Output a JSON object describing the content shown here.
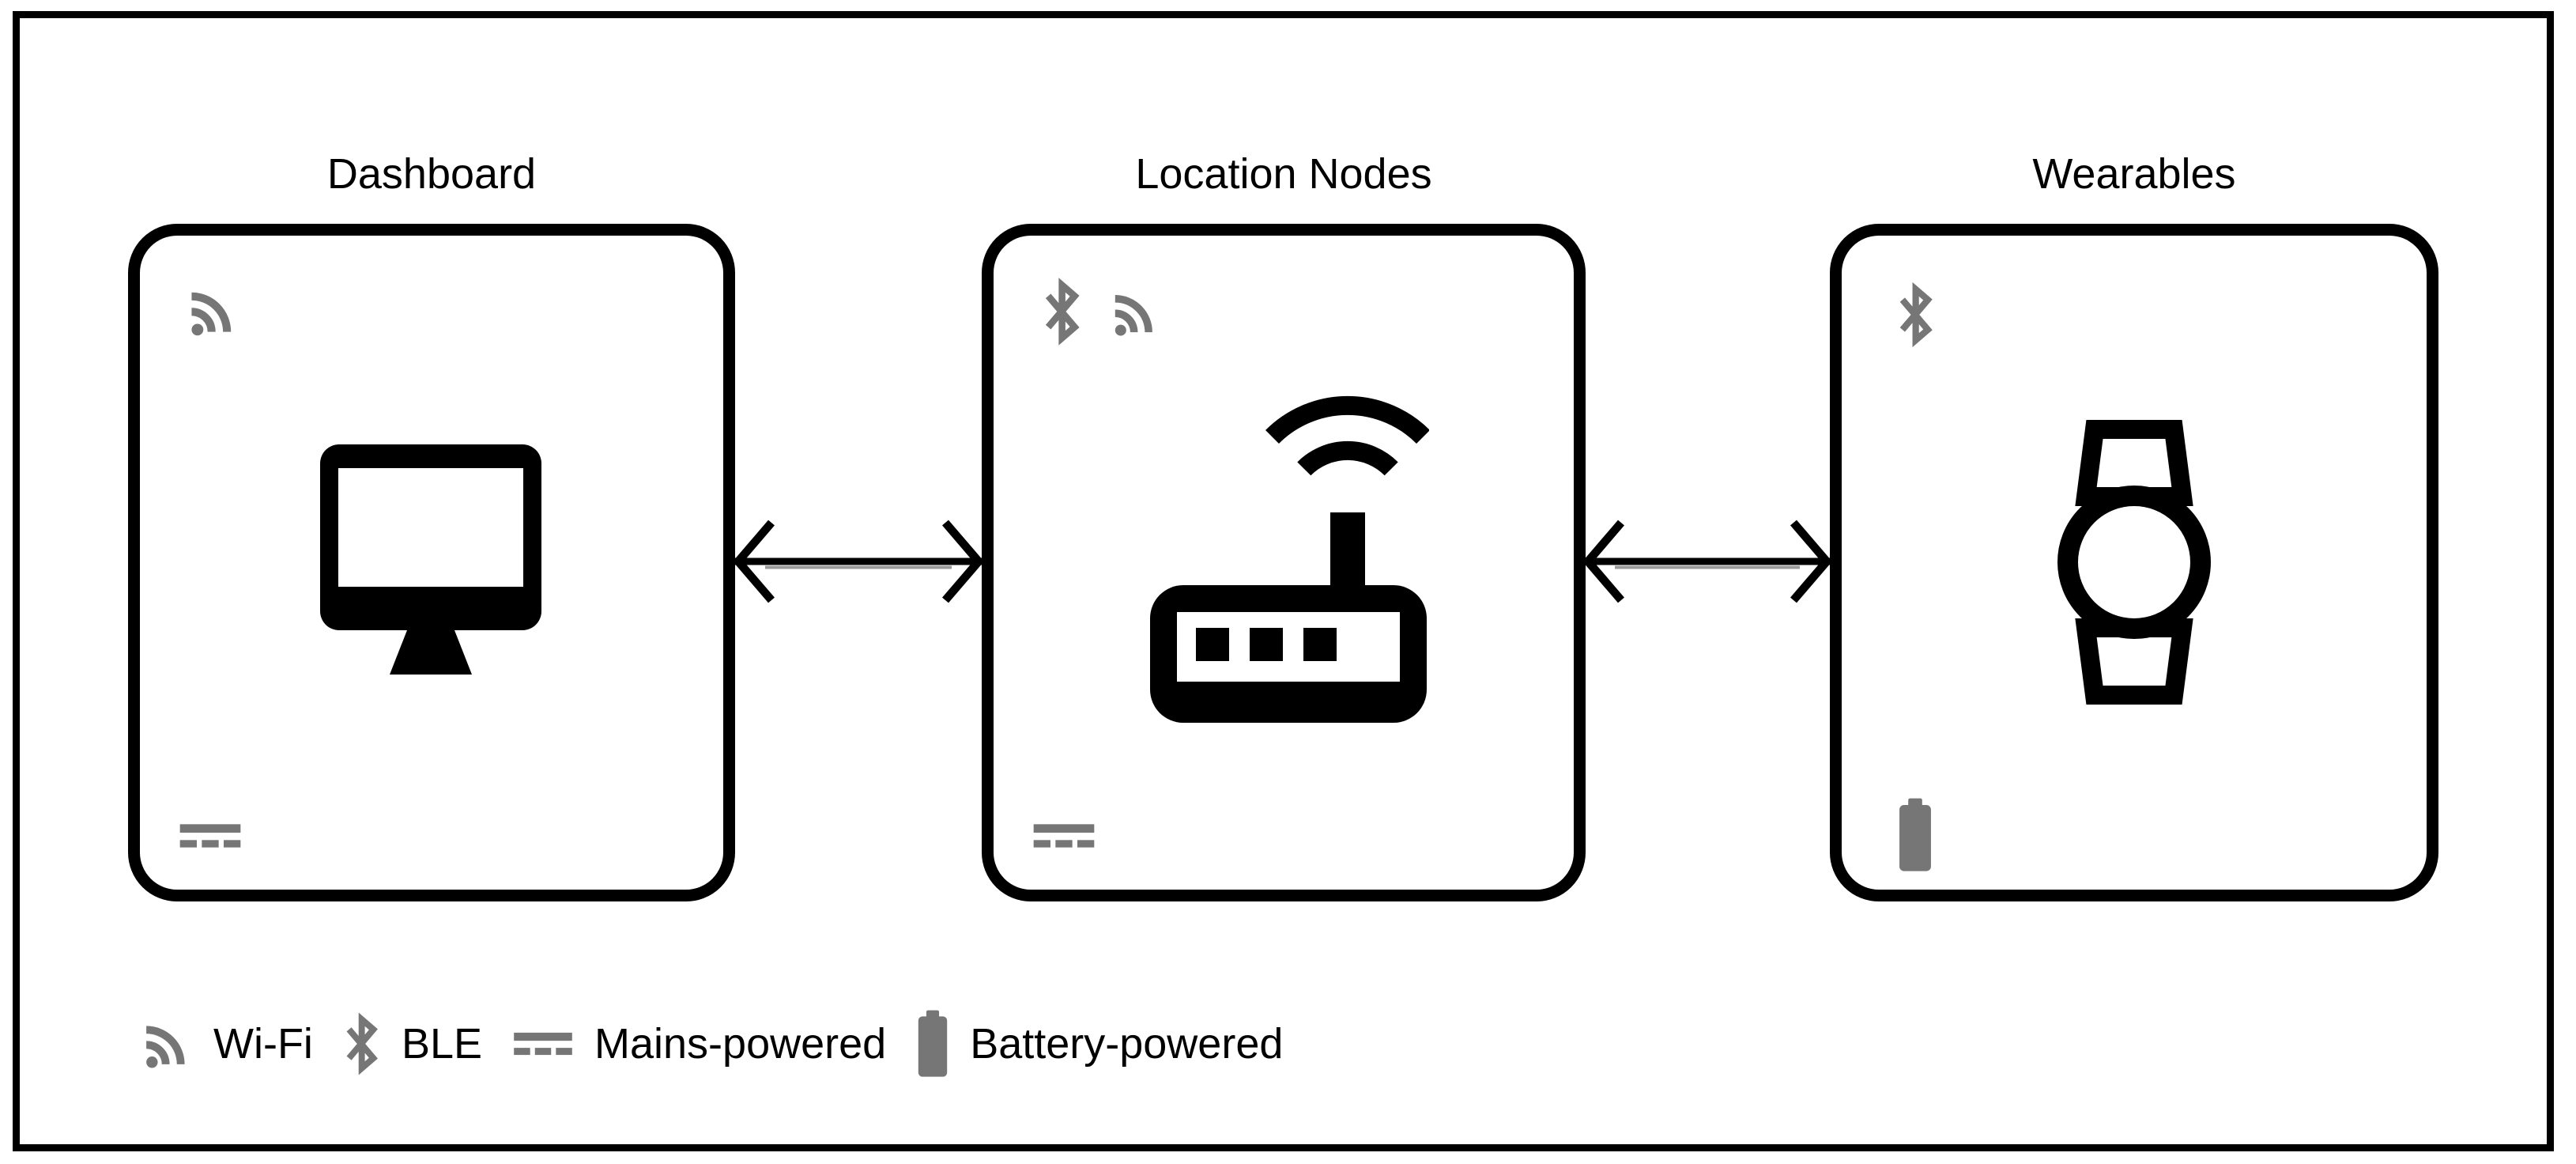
{
  "diagram": {
    "nodes": [
      {
        "label": "Dashboard",
        "device_icon": "desktop-computer-icon",
        "connectivity_icons": [
          "wifi-icon"
        ],
        "power_icon": "mains-powered-icon"
      },
      {
        "label": "Location Nodes",
        "device_icon": "wireless-router-icon",
        "connectivity_icons": [
          "bluetooth-icon",
          "wifi-icon"
        ],
        "power_icon": "mains-powered-icon"
      },
      {
        "label": "Wearables",
        "device_icon": "smartwatch-icon",
        "connectivity_icons": [
          "bluetooth-icon"
        ],
        "power_icon": "battery-icon"
      }
    ],
    "connections": [
      {
        "from": "Dashboard",
        "to": "Location Nodes",
        "style": "double-headed-arrow"
      },
      {
        "from": "Location Nodes",
        "to": "Wearables",
        "style": "double-headed-arrow"
      }
    ],
    "legend": {
      "items": [
        {
          "icon": "wifi-icon",
          "label": "Wi-Fi"
        },
        {
          "icon": "bluetooth-icon",
          "label": "BLE"
        },
        {
          "icon": "mains-powered-icon",
          "label": "Mains-powered"
        },
        {
          "icon": "battery-icon",
          "label": "Battery-powered"
        }
      ]
    },
    "colors": {
      "foreground": "#000000",
      "muted_icon": "#767676",
      "background": "#ffffff"
    }
  }
}
